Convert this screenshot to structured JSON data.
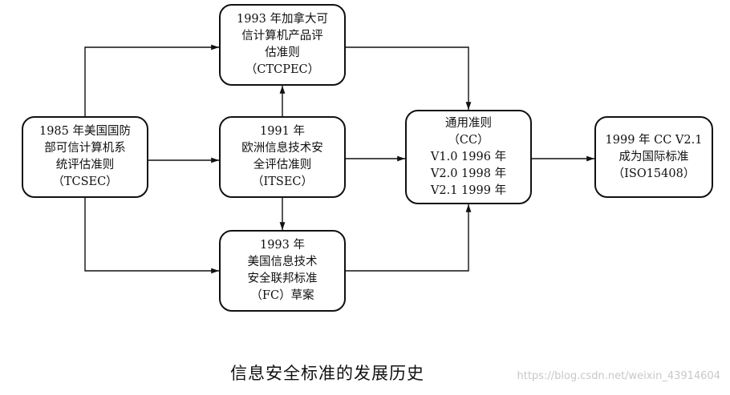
{
  "nodes": {
    "tcsec": {
      "lines": [
        "1985 年美国国防",
        "部可信计算机系",
        "统评估准则",
        "（TCSEC）"
      ]
    },
    "ctcpec": {
      "lines": [
        "1993 年加拿大可",
        "信计算机产品评",
        "估准则",
        "（CTCPEC）"
      ]
    },
    "itsec": {
      "lines": [
        "1991 年",
        "欧洲信息技术安",
        "全评估准则",
        "（ITSEC）"
      ]
    },
    "fc": {
      "lines": [
        "1993 年",
        "美国信息技术",
        "安全联邦标准",
        "（FC）草案"
      ]
    },
    "cc": {
      "lines": [
        "通用准则",
        "（CC）",
        "V1.0 1996 年",
        "V2.0 1998 年",
        "V2.1 1999 年"
      ]
    },
    "iso": {
      "lines": [
        "1999 年 CC V2.1",
        "成为国际标准",
        "（ISO15408）"
      ]
    }
  },
  "caption": "信息安全标准的发展历史",
  "watermark": "https://blog.csdn.net/weixin_43914604"
}
